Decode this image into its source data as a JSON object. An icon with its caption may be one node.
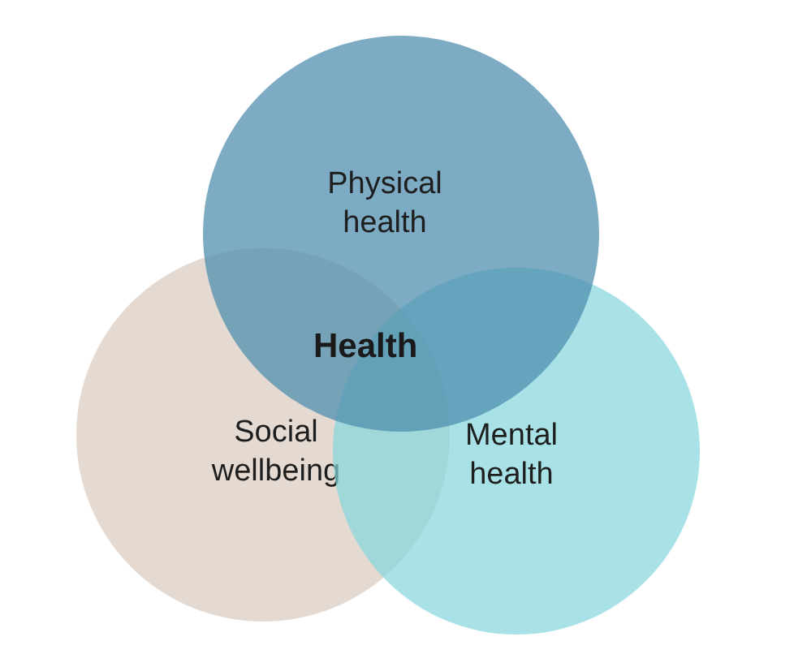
{
  "diagram": {
    "nodes": [
      {
        "text": [
          "Physical health"
        ]
      },
      {
        "text": [
          "Social wellbeing"
        ]
      },
      {
        "text": [
          "Mental health"
        ]
      }
    ],
    "labels": [
      "Health"
    ]
  }
}
